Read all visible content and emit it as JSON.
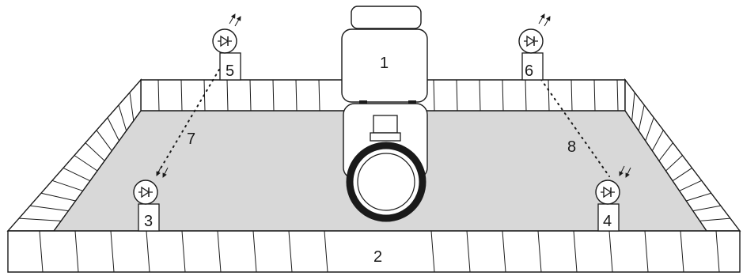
{
  "labels": {
    "robot": "1",
    "arena_wall": "2",
    "receiver_left": "3",
    "receiver_right": "4",
    "emitter_left": "5",
    "emitter_right": "6",
    "beam_left": "7",
    "beam_right": "8"
  },
  "colors": {
    "floor": "#d8d8d8",
    "wall": "#ffffff",
    "line": "#1a1a1a",
    "wheel": "#1a1a1a"
  },
  "icons": {
    "emitter": "photodiode-emitter-icon",
    "receiver": "photodiode-receiver-icon"
  }
}
